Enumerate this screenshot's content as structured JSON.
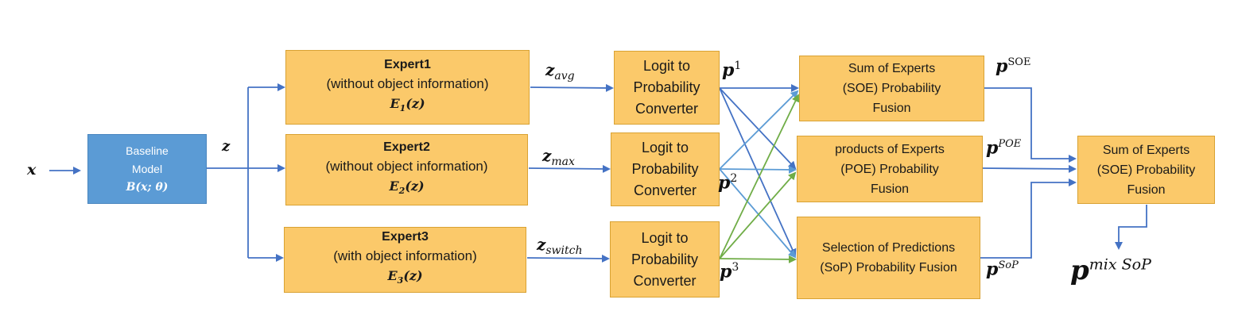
{
  "input": {
    "x": "x"
  },
  "baseline": {
    "line1": "Baseline",
    "line2": "Model",
    "formula": "B(x; θ)"
  },
  "latent": {
    "z": "z"
  },
  "experts": [
    {
      "title": "Expert1",
      "desc": "(without object information)",
      "formula_base": "E",
      "formula_sub": "1",
      "formula_arg": "(z)",
      "output": "z",
      "output_sub": "avg"
    },
    {
      "title": "Expert2",
      "desc": "(without object information)",
      "formula_base": "E",
      "formula_sub": "2",
      "formula_arg": "(z)",
      "output": "z",
      "output_sub": "max"
    },
    {
      "title": "Expert3",
      "desc": "(with object information)",
      "formula_base": "E",
      "formula_sub": "3",
      "formula_arg": "(z)",
      "output": "z",
      "output_sub": "switch"
    }
  ],
  "converters": [
    {
      "l1": "Logit to",
      "l2": "Probability",
      "l3": "Converter",
      "out": "p",
      "out_sup": "1"
    },
    {
      "l1": "Logit to",
      "l2": "Probability",
      "l3": "Converter",
      "out": "p",
      "out_sup": "2"
    },
    {
      "l1": "Logit to",
      "l2": "Probability",
      "l3": "Converter",
      "out": "p",
      "out_sup": "3"
    }
  ],
  "fusions": [
    {
      "l1": "Sum of Experts",
      "l2": "(SOE) Probability",
      "l3": "Fusion",
      "out": "p",
      "out_sup": "SOE"
    },
    {
      "l1": "products of Experts",
      "l2": "(POE) Probability",
      "l3": "Fusion",
      "out": "p",
      "out_sup": "POE"
    },
    {
      "l1": "Selection of Predictions",
      "l2": "(SoP) Probability Fusion",
      "l3": "",
      "out": "p",
      "out_sup": "SoP"
    }
  ],
  "final": {
    "l1": "Sum of Experts",
    "l2": "(SOE) Probability",
    "l3": "Fusion",
    "out": "p",
    "out_sup": "mix SoP"
  },
  "colors": {
    "blue_line": "#4472C4",
    "light_blue_line": "#5B9BD5",
    "green_line": "#70AD47",
    "box_fill": "#FBC96A",
    "box_border": "#D9A233",
    "baseline_fill": "#5B9BD5"
  }
}
